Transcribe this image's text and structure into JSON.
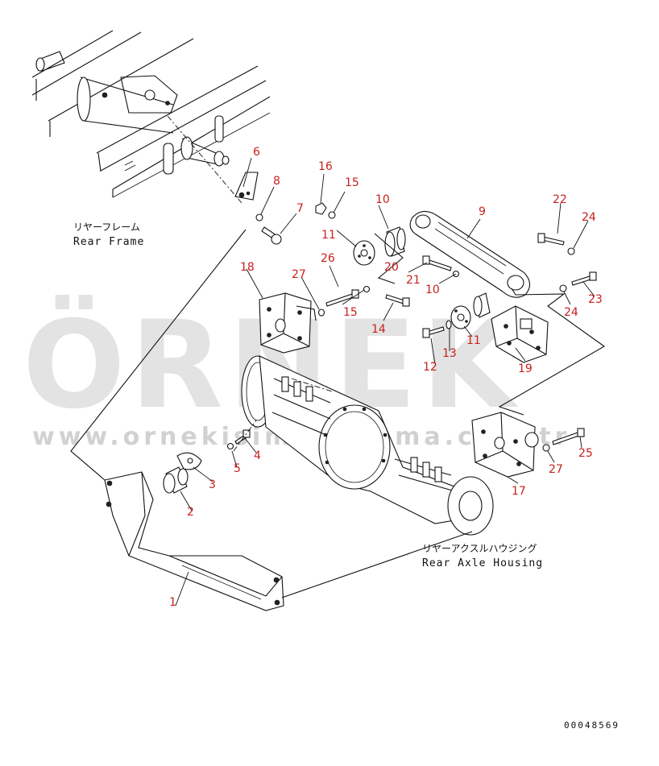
{
  "watermark": {
    "main": "ÖRNEK",
    "url": "www.ornekisimkiralama.com.tr",
    "accent_color": "#f2c94c"
  },
  "labels": {
    "rear_frame_jp": "リヤーフレーム",
    "rear_frame_en": "Rear Frame",
    "rear_axle_housing_jp": "リヤーアクスルハウジング",
    "rear_axle_housing_en": "Rear Axle Housing"
  },
  "document_id": "00048569",
  "part_number_color": "#c8201e",
  "callouts": [
    {
      "id": "1"
    },
    {
      "id": "2"
    },
    {
      "id": "3"
    },
    {
      "id": "4"
    },
    {
      "id": "5"
    },
    {
      "id": "6"
    },
    {
      "id": "7"
    },
    {
      "id": "8"
    },
    {
      "id": "9"
    },
    {
      "id": "10"
    },
    {
      "id": "10"
    },
    {
      "id": "11"
    },
    {
      "id": "11"
    },
    {
      "id": "12"
    },
    {
      "id": "13"
    },
    {
      "id": "14"
    },
    {
      "id": "15"
    },
    {
      "id": "15"
    },
    {
      "id": "16"
    },
    {
      "id": "17"
    },
    {
      "id": "18"
    },
    {
      "id": "19"
    },
    {
      "id": "20"
    },
    {
      "id": "21"
    },
    {
      "id": "22"
    },
    {
      "id": "23"
    },
    {
      "id": "24"
    },
    {
      "id": "24"
    },
    {
      "id": "25"
    },
    {
      "id": "26"
    },
    {
      "id": "27"
    },
    {
      "id": "27"
    }
  ]
}
